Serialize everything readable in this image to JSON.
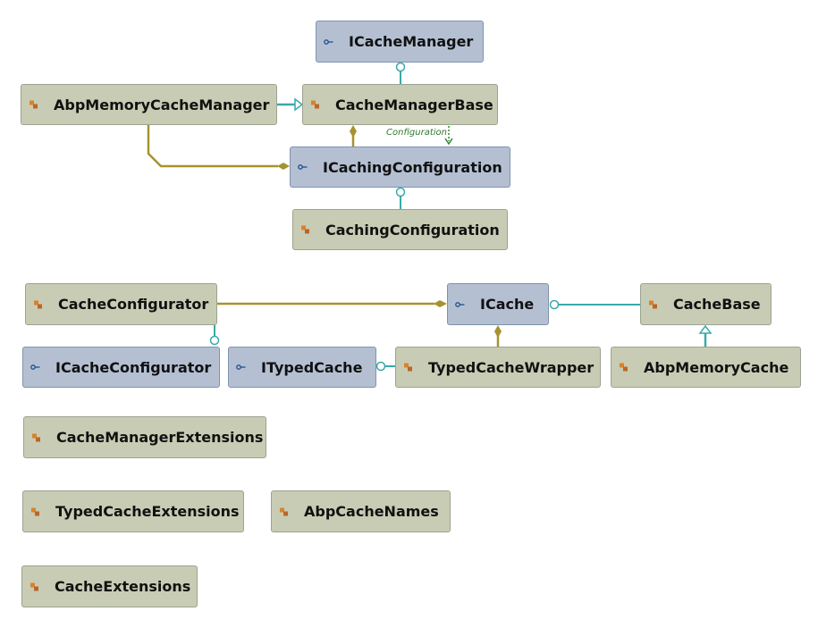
{
  "diagram": {
    "nodes": {
      "icachemanager": {
        "label": "ICacheManager",
        "kind": "interface"
      },
      "abpmemorycachemanager": {
        "label": "AbpMemoryCacheManager",
        "kind": "class"
      },
      "cachemanagerbase": {
        "label": "CacheManagerBase",
        "kind": "class"
      },
      "icachingconfiguration": {
        "label": "ICachingConfiguration",
        "kind": "interface"
      },
      "cachingconfiguration": {
        "label": "CachingConfiguration",
        "kind": "class"
      },
      "cacheconfigurator": {
        "label": "CacheConfigurator",
        "kind": "class"
      },
      "icache": {
        "label": "ICache",
        "kind": "interface"
      },
      "cachebase": {
        "label": "CacheBase",
        "kind": "class"
      },
      "icacheconfigurator": {
        "label": "ICacheConfigurator",
        "kind": "interface"
      },
      "itypedcache": {
        "label": "ITypedCache",
        "kind": "interface"
      },
      "typedcachewrapper": {
        "label": "TypedCacheWrapper",
        "kind": "class"
      },
      "abpmemorycache": {
        "label": "AbpMemoryCache",
        "kind": "class"
      },
      "cachemanagerextensions": {
        "label": "CacheManagerExtensions",
        "kind": "class"
      },
      "typedcacheextensions": {
        "label": "TypedCacheExtensions",
        "kind": "class"
      },
      "abpcachenames": {
        "label": "AbpCacheNames",
        "kind": "class"
      },
      "cacheextensions": {
        "label": "CacheExtensions",
        "kind": "class"
      }
    },
    "edge_labels": {
      "configuration": "Configuration"
    },
    "colors": {
      "class_fill": "#c9ccb4",
      "interface_fill": "#b4c0d2",
      "composition": "#a6932e",
      "implements": "#3aa9a9",
      "dependency": "#2f8a2f"
    },
    "icons": {
      "class": "class-icon",
      "interface": "interface-icon"
    }
  }
}
